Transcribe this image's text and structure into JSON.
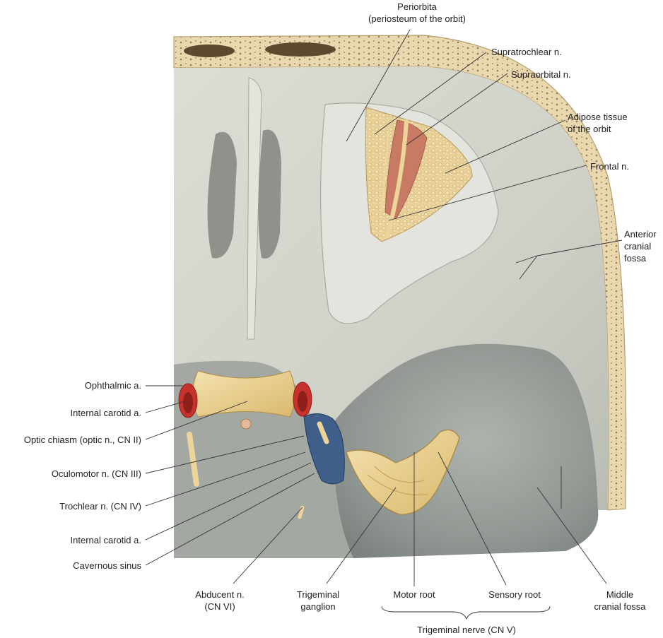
{
  "colors": {
    "bone": "#e9d7ae",
    "dura": "#d9dbd3",
    "nerve": "#ecd49a",
    "artery": "#c8322c",
    "sinus": "#3f5e8a",
    "fat": "#e7cf97",
    "muscle": "#c97a64",
    "leader_line": "#333333",
    "label_text": "#222222"
  },
  "labels": {
    "periorbita": [
      "Periorbita",
      "(periosteum of the orbit)"
    ],
    "supratrochlear": [
      "Supratrochlear n."
    ],
    "supraorbital": [
      "Supraorbital n."
    ],
    "adipose": [
      "Adipose tissue",
      "of the orbit"
    ],
    "frontal": [
      "Frontal n."
    ],
    "anterior_fossa": [
      "Anterior",
      "cranial",
      "fossa"
    ],
    "ophthalmic": [
      "Ophthalmic a."
    ],
    "internal_carotid_1": [
      "Internal carotid a."
    ],
    "optic_chiasm": [
      "Optic chiasm (optic n., CN II)"
    ],
    "oculomotor": [
      "Oculomotor n. (CN III)"
    ],
    "trochlear": [
      "Trochlear n. (CN IV)"
    ],
    "internal_carotid_2": [
      "Internal carotid a."
    ],
    "cavernous_sinus": [
      "Cavernous sinus"
    ],
    "abducent": [
      "Abducent n.",
      "(CN VI)"
    ],
    "trigeminal_ganglion": [
      "Trigeminal",
      "ganglion"
    ],
    "motor_root": [
      "Motor root"
    ],
    "sensory_root": [
      "Sensory root"
    ],
    "middle_fossa": [
      "Middle",
      "cranial fossa"
    ],
    "trigeminal_nerve": [
      "Trigeminal nerve (CN V)"
    ]
  }
}
